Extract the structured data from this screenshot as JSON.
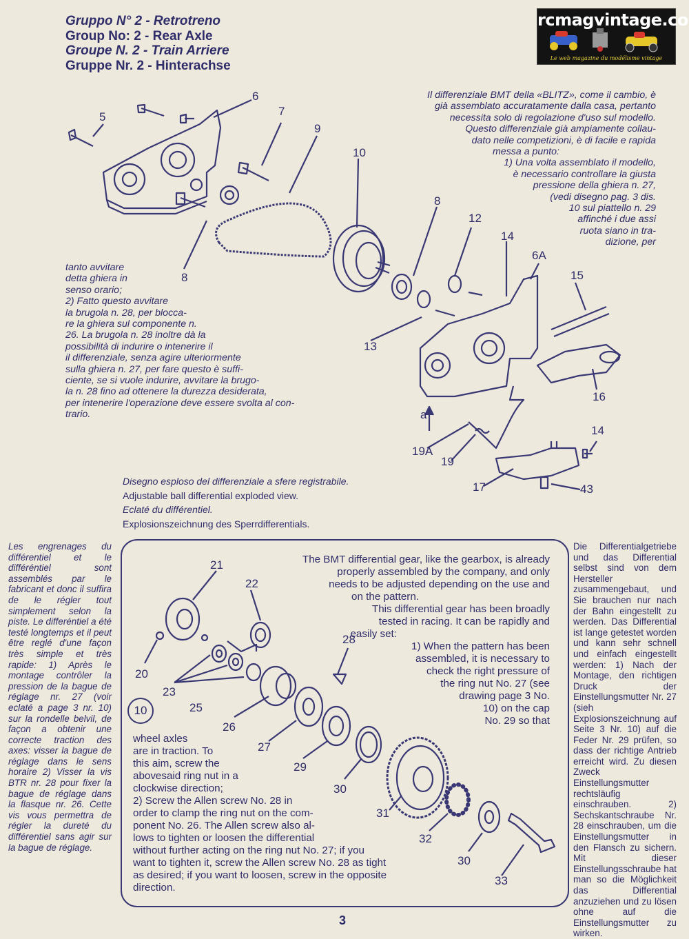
{
  "header": {
    "titles": [
      "Gruppo N° 2 - Retrotreno",
      "Group No: 2 - Rear Axle",
      "Groupe N. 2 - Train Arriere",
      "Gruppe Nr. 2 - Hinterachse"
    ],
    "logo": {
      "title": "rcmagvintage.com",
      "subtitle": "Le web magazine du modélisme vintage"
    }
  },
  "text_it": {
    "top": [
      "Il differenziale BMT della «BLITZ», come il cambio, è",
      "già assemblato accuratamente dalla casa, pertanto",
      "necessita solo di regolazione d'uso sul modello.",
      "Questo differenziale già ampiamente collau-",
      "dato nelle competizioni, è di facile e rapida",
      "messa a punto:",
      "1) Una volta assemblato il modello,",
      "è necessario controllare la giusta",
      "pressione della ghiera n. 27,",
      "(vedi disegno pag. 3 dis.",
      "10 sul piattello n. 29",
      "affinché i due assi",
      "ruota siano in tra-",
      "dizione, per"
    ],
    "continued": [
      "tanto avvitare",
      "detta ghiera in",
      "senso orario;",
      "2) Fatto questo avvitare",
      "la brugola n. 28, per blocca-",
      "re la ghiera sul componente n.",
      "26. La brugola n. 28 inoltre dà la",
      "possibilità di indurire o intenerire il",
      "il differenziale, senza agire ulteriormente",
      "sulla ghiera n. 27, per fare questo è suffi-",
      "ciente, se si vuole indurire, avvitare la brugo-",
      "la n. 28 fino ad ottenere la durezza desiderata,",
      "per intenerire l'operazione deve essere svolta al con-",
      "trario."
    ]
  },
  "caption": [
    "Disegno esploso del differenziale a sfere registrabile.",
    "Adjustable ball differential exploded view.",
    "Eclaté du différentiel.",
    "Explosionszeichnung des Sperrdifferentials."
  ],
  "text_fr": "Les engrenages du différentiel et le différéntiel sont assemblés par le fabricant et donc il suffira de le régler tout simplement selon la piste. Le differéntiel a été testé longtemps et il peut être reglé d'une façon très simple et très rapide: 1) Après le montage contrôler la pression de la bague de réglage nr. 27 (voir eclaté a page 3 nr. 10) sur la rondelle belvil, de façon a obtenir une correcte traction des axes: visser la bague de réglage dans le sens horaire 2) Visser la vis BTR nr. 28 pour fixer la bague de réglage dans la flasque nr. 26. Cette vis vous permettra de régler la dureté du différentiel sans agir sur la bague de réglage.",
  "text_de": "Die Differentialgetriebe und das Differential selbst sind von dem Hersteller zusammengebaut, und Sie brauchen nur nach der Bahn eingestellt zu werden. Das Differential ist lange getestet worden und kann sehr schnell und einfach eingestellt werden: 1) Nach der Montage, den richtigen Druck der Einstellungsmutter Nr. 27 (sieh Explosionszeichnung auf Seite 3 Nr. 10) auf die Feder Nr. 29 prüfen, so dass der richtige Antrieb erreicht wird. Zu diesen Zweck Einstellungsmutter rechtsläufig einschrauben. 2) Sechskantschraube Nr. 28 einschrauben, um die Einstellungsmutter in den Flansch zu sichern. Mit dieser Einstellungsschraube hat man so die Möglichkeit das Differential anzuziehen und zu lösen ohne auf die Einstellungsmutter zu wirken.",
  "text_en": {
    "top": [
      "The BMT differential gear, like the gearbox, is already",
      "properly assembled by the company, and only",
      "needs to be adjusted depending on the use and",
      "on the pattern.",
      "This differential gear has been broadly",
      "tested in racing. It can be rapidly and",
      "easily set:",
      "1) When the pattern has been",
      "assembled, it is necessary to",
      "check the right pressure of",
      "the ring nut No. 27 (see",
      "drawing page 3 No.",
      "10) on the cap",
      "No. 29 so that"
    ],
    "bottom": [
      "wheel axles",
      "are in traction. To",
      "this aim, screw the",
      "abovesaid ring nut in a",
      "clockwise direction;",
      "2) Screw the Allen screw No. 28 in",
      "order to clamp the ring nut on the com-",
      "ponent No. 26. The Allen screw also al-",
      "lows to tighten or loosen the differential",
      "without further acting on the ring nut No. 27; if you",
      "want to tighten it, screw the Allen screw No. 28 as tight",
      "as desired; if you want to loosen, screw in the opposite",
      "direction."
    ]
  },
  "labels_top": [
    "5",
    "6",
    "7",
    "9",
    "10",
    "8",
    "12",
    "14",
    "6A",
    "15",
    "8",
    "13",
    "16",
    "14",
    "a",
    "19A",
    "19",
    "17",
    "43"
  ],
  "labels_box": [
    "21",
    "22",
    "20",
    "23",
    "28",
    "25",
    "26",
    "27",
    "29",
    "30",
    "31",
    "32",
    "30",
    "33"
  ],
  "figure_number": "10",
  "page_number": "3",
  "colors": {
    "ink": "#2f2c6a",
    "paper": "#ede9dc"
  }
}
